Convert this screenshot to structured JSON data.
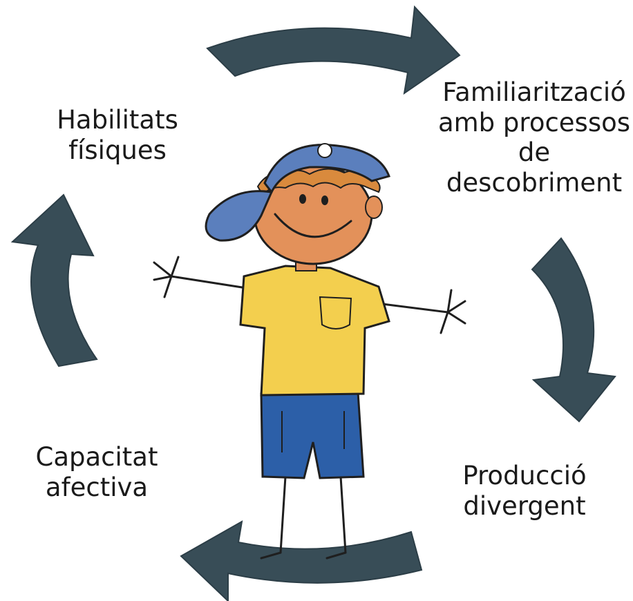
{
  "diagram": {
    "labels": {
      "top_left": [
        "Habilitats",
        "físiques"
      ],
      "top_right": [
        "Familiarització",
        "amb processos",
        "de",
        "descobriment"
      ],
      "bottom_right": [
        "Producció",
        "divergent"
      ],
      "bottom_left": [
        "Capacitat",
        "afectiva"
      ]
    },
    "colors": {
      "arrow": "#384d57",
      "cap": "#5b7fbd",
      "shirt": "#f3cf4e",
      "shorts": "#2c5fa8",
      "skin": "#e3915a",
      "hair": "#d98a3d",
      "outline": "#1f1f1f"
    },
    "icons": [
      "curved-arrow-icon",
      "child-drawing-icon"
    ]
  }
}
